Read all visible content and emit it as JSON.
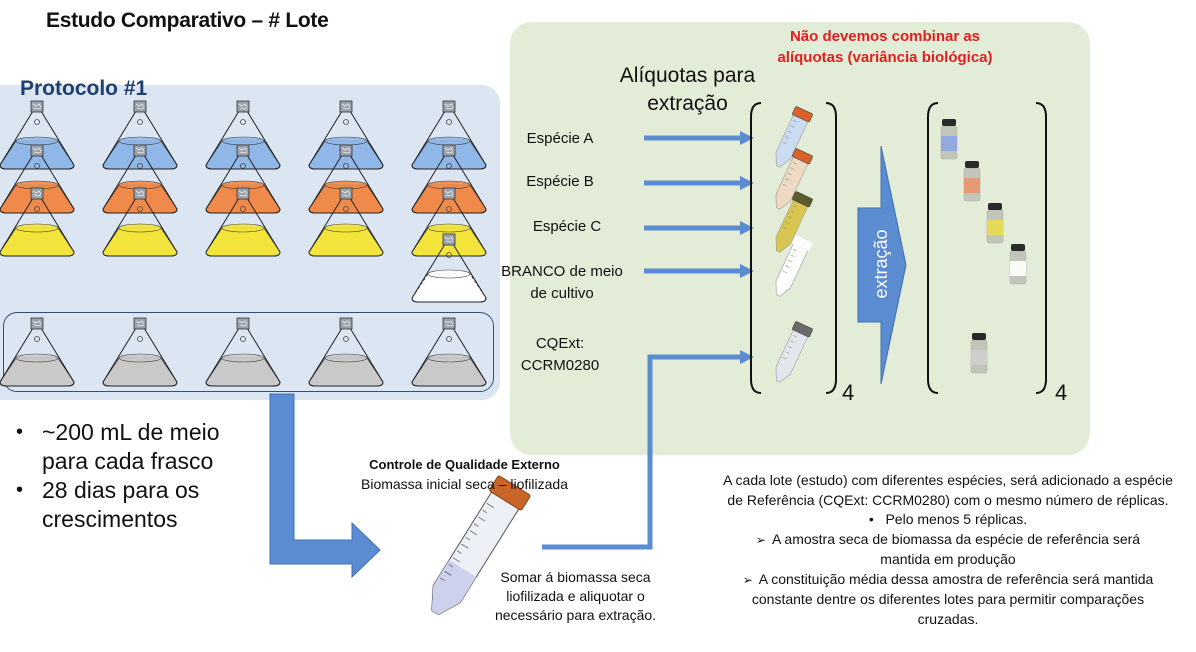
{
  "title": "Estudo Comparativo – # Lote",
  "protocol": {
    "label": "Protocolo #1",
    "flask_columns": 5,
    "culture_colors": {
      "blue": "#8fb8e8",
      "orange": "#f08a4b",
      "yellow": "#f2e43a",
      "blank": "#ffffff",
      "control": "#c9c9c9"
    }
  },
  "bullets": [
    "~200 mL de meio para cada frasco",
    "28 dias para os crescimentos"
  ],
  "quality_control": {
    "title": "Controle de Qualidade Externo",
    "subtitle": "Biomassa inicial seca – liofilizada",
    "note": "Somar á biomassa seca liofilizada e aliquotar o necessário para extração."
  },
  "aliquots": {
    "title": "Alíquotas para extração",
    "warning": "Não devemos combinar as alíquotas (variância biológica)",
    "species": [
      {
        "label": "Espécie A",
        "tube_color": "#c9dbf4",
        "cap_color": "#d9622a"
      },
      {
        "label": "Espécie B",
        "tube_color": "#efd9c3",
        "cap_color": "#d9622a"
      },
      {
        "label": "Espécie C",
        "tube_color": "#d9c54a",
        "cap_color": "#5c5a2a"
      },
      {
        "label": "BRANCO de meio de cultivo",
        "tube_color": "#ffffff",
        "cap_color": "#ffffff"
      },
      {
        "label": "CQExt: CCRM0280",
        "tube_color": "#e4e6ee",
        "cap_color": "#6a6a6a"
      }
    ],
    "replicates_left": "4",
    "replicates_right": "4",
    "extraction_label": "extração",
    "vial_colors": [
      "#8ea6e6",
      "#e8946c",
      "#e8dc4c",
      "#ffffff",
      "#cfcfcf"
    ]
  },
  "notes": {
    "intro": "A cada lote (estudo) com diferentes espécies, será adicionado a espécie de Referência (CQExt: CCRM0280) com o mesmo número de réplicas.",
    "bullet": "Pelo menos 5 réplicas.",
    "point1": "A amostra seca de biomassa da espécie de referência será mantida em produção",
    "point2": "A constituição média dessa amostra de referência será mantida constante dentre os diferentes lotes para permitir comparações cruzadas."
  },
  "colors": {
    "arrow": "#5b8bd0",
    "arrow_stroke": "#3f6fb3",
    "warning": "#e0201f",
    "protocol_title": "#1f3f6e"
  }
}
